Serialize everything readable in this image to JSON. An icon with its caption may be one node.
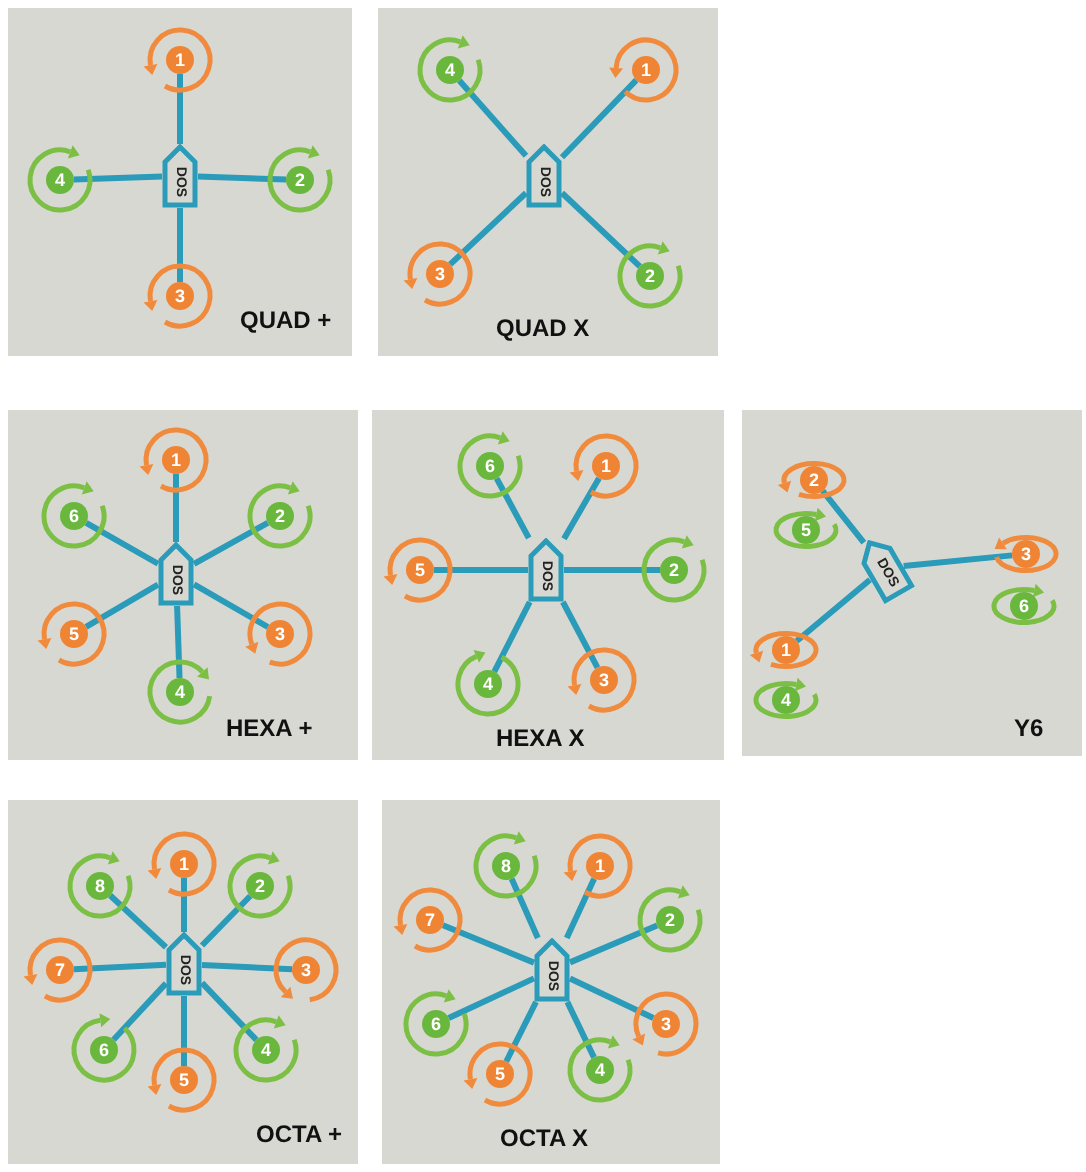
{
  "diagram": {
    "nodes": [
      {
        "text": [
          "QUAD +"
        ]
      },
      {
        "text": [
          "DOS"
        ],
        "in": 0
      },
      {
        "text": [
          "1"
        ],
        "in": 0
      },
      {
        "text": [
          "2"
        ],
        "in": 0
      },
      {
        "text": [
          "3"
        ],
        "in": 0
      },
      {
        "text": [
          "4"
        ],
        "in": 0
      },
      {
        "text": [
          "QUAD X"
        ]
      },
      {
        "text": [
          "DOS"
        ],
        "in": 6
      },
      {
        "text": [
          "1"
        ],
        "in": 6
      },
      {
        "text": [
          "2"
        ],
        "in": 6
      },
      {
        "text": [
          "3"
        ],
        "in": 6
      },
      {
        "text": [
          "4"
        ],
        "in": 6
      },
      {
        "text": [
          "HEXA +"
        ]
      },
      {
        "text": [
          "DOS"
        ],
        "in": 12
      },
      {
        "text": [
          "1"
        ],
        "in": 12
      },
      {
        "text": [
          "2"
        ],
        "in": 12
      },
      {
        "text": [
          "3"
        ],
        "in": 12
      },
      {
        "text": [
          "4"
        ],
        "in": 12
      },
      {
        "text": [
          "5"
        ],
        "in": 12
      },
      {
        "text": [
          "6"
        ],
        "in": 12
      },
      {
        "text": [
          "HEXA X"
        ]
      },
      {
        "text": [
          "DOS"
        ],
        "in": 20
      },
      {
        "text": [
          "1"
        ],
        "in": 20
      },
      {
        "text": [
          "2"
        ],
        "in": 20
      },
      {
        "text": [
          "3"
        ],
        "in": 20
      },
      {
        "text": [
          "4"
        ],
        "in": 20
      },
      {
        "text": [
          "5"
        ],
        "in": 20
      },
      {
        "text": [
          "6"
        ],
        "in": 20
      },
      {
        "text": [
          "Y6"
        ]
      },
      {
        "text": [
          "DOS"
        ],
        "in": 28
      },
      {
        "text": [
          "1"
        ],
        "in": 28
      },
      {
        "text": [
          "2"
        ],
        "in": 28
      },
      {
        "text": [
          "3"
        ],
        "in": 28
      },
      {
        "text": [
          "4"
        ],
        "in": 28
      },
      {
        "text": [
          "5"
        ],
        "in": 28
      },
      {
        "text": [
          "6"
        ],
        "in": 28
      },
      {
        "text": [
          "OCTA +"
        ]
      },
      {
        "text": [
          "DOS"
        ],
        "in": 36
      },
      {
        "text": [
          "1"
        ],
        "in": 36
      },
      {
        "text": [
          "2"
        ],
        "in": 36
      },
      {
        "text": [
          "3"
        ],
        "in": 36
      },
      {
        "text": [
          "4"
        ],
        "in": 36
      },
      {
        "text": [
          "5"
        ],
        "in": 36
      },
      {
        "text": [
          "6"
        ],
        "in": 36
      },
      {
        "text": [
          "7"
        ],
        "in": 36
      },
      {
        "text": [
          "8"
        ],
        "in": 36
      },
      {
        "text": [
          "OCTA X"
        ]
      },
      {
        "text": [
          "DOS"
        ],
        "in": 46
      },
      {
        "text": [
          "1"
        ],
        "in": 46
      },
      {
        "text": [
          "2"
        ],
        "in": 46
      },
      {
        "text": [
          "3"
        ],
        "in": 46
      },
      {
        "text": [
          "4"
        ],
        "in": 46
      },
      {
        "text": [
          "5"
        ],
        "in": 46
      },
      {
        "text": [
          "6"
        ],
        "in": 46
      },
      {
        "text": [
          "7"
        ],
        "in": 46
      },
      {
        "text": [
          "8"
        ],
        "in": 46
      }
    ],
    "edges": [
      {
        "from": 1,
        "to": 2,
        "arrow": "none"
      },
      {
        "from": 1,
        "to": 3,
        "arrow": "none"
      },
      {
        "from": 1,
        "to": 4,
        "arrow": "none"
      },
      {
        "from": 1,
        "to": 5,
        "arrow": "none"
      },
      {
        "from": 7,
        "to": 8,
        "arrow": "none"
      },
      {
        "from": 7,
        "to": 9,
        "arrow": "none"
      },
      {
        "from": 7,
        "to": 10,
        "arrow": "none"
      },
      {
        "from": 7,
        "to": 11,
        "arrow": "none"
      },
      {
        "from": 13,
        "to": 14,
        "arrow": "none"
      },
      {
        "from": 13,
        "to": 15,
        "arrow": "none"
      },
      {
        "from": 13,
        "to": 16,
        "arrow": "none"
      },
      {
        "from": 13,
        "to": 17,
        "arrow": "none"
      },
      {
        "from": 13,
        "to": 18,
        "arrow": "none"
      },
      {
        "from": 13,
        "to": 19,
        "arrow": "none"
      },
      {
        "from": 21,
        "to": 22,
        "arrow": "none"
      },
      {
        "from": 21,
        "to": 23,
        "arrow": "none"
      },
      {
        "from": 21,
        "to": 24,
        "arrow": "none"
      },
      {
        "from": 21,
        "to": 25,
        "arrow": "none"
      },
      {
        "from": 21,
        "to": 26,
        "arrow": "none"
      },
      {
        "from": 21,
        "to": 27,
        "arrow": "none"
      },
      {
        "from": 29,
        "to": 30,
        "arrow": "none"
      },
      {
        "from": 29,
        "to": 31,
        "arrow": "none"
      },
      {
        "from": 29,
        "to": 32,
        "arrow": "none"
      },
      {
        "from": 37,
        "to": 38,
        "arrow": "none"
      },
      {
        "from": 37,
        "to": 39,
        "arrow": "none"
      },
      {
        "from": 37,
        "to": 40,
        "arrow": "none"
      },
      {
        "from": 37,
        "to": 41,
        "arrow": "none"
      },
      {
        "from": 37,
        "to": 42,
        "arrow": "none"
      },
      {
        "from": 37,
        "to": 43,
        "arrow": "none"
      },
      {
        "from": 37,
        "to": 44,
        "arrow": "none"
      },
      {
        "from": 37,
        "to": 45,
        "arrow": "none"
      },
      {
        "from": 47,
        "to": 48,
        "arrow": "none"
      },
      {
        "from": 47,
        "to": 49,
        "arrow": "none"
      },
      {
        "from": 47,
        "to": 50,
        "arrow": "none"
      },
      {
        "from": 47,
        "to": 51,
        "arrow": "none"
      },
      {
        "from": 47,
        "to": 52,
        "arrow": "none"
      },
      {
        "from": 47,
        "to": 53,
        "arrow": "none"
      },
      {
        "from": 47,
        "to": 54,
        "arrow": "none"
      },
      {
        "from": 47,
        "to": 55,
        "arrow": "none"
      }
    ]
  }
}
